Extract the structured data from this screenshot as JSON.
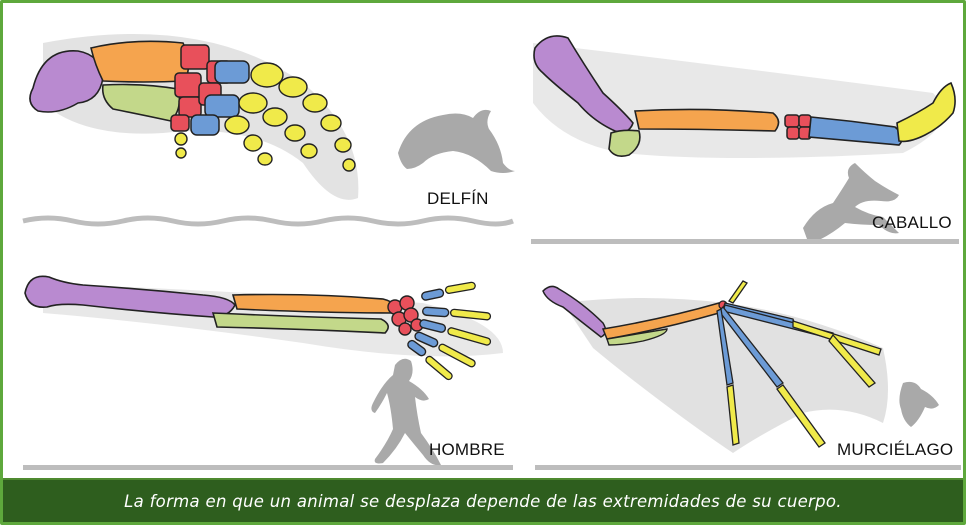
{
  "panels": {
    "delfin": {
      "label": "DELFÍN"
    },
    "caballo": {
      "label": "CABALLO"
    },
    "hombre": {
      "label": "HOMBRE"
    },
    "murcielago": {
      "label": "MURCIÉLAGO"
    }
  },
  "caption": "La forma en que un animal se desplaza depende de las extremidades de su cuerpo.",
  "colors": {
    "frame_border": "#5ea83c",
    "caption_bg": "#2e5e1e",
    "upper_arm_bone": "#b98ad0",
    "radius_bone": "#f5a44e",
    "ulna_bone": "#c3d88a",
    "carpal_bones": "#e8505b",
    "metacarpal_bones": "#6c9bd6",
    "phalanx_bones": "#f0ea4a",
    "silhouette": "#a9a9a9",
    "ground_line": "#bdbdbd"
  }
}
